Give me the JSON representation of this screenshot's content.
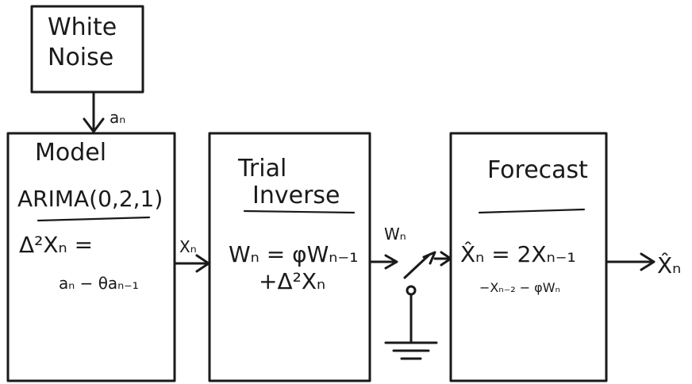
{
  "diagram": {
    "ink_color": "#1a1a1a",
    "background": "#ffffff",
    "white_noise": {
      "line1": "White",
      "line2": "Noise"
    },
    "signal_a": "aₙ",
    "model": {
      "title": "Model",
      "name": "ARIMA(0,2,1)",
      "eq_lhs": "Δ²Xₙ =",
      "eq_rhs": "aₙ − θaₙ₋₁"
    },
    "signal_x": "Xₙ",
    "inverse": {
      "line1": "Trial",
      "line2": "Inverse",
      "eq_line1": "Wₙ = φWₙ₋₁",
      "eq_line2": "+Δ²Xₙ"
    },
    "signal_w": "Wₙ",
    "forecast": {
      "title": "Forecast",
      "eq_line1": "X̂ₙ = 2Xₙ₋₁",
      "eq_line2": "−Xₙ₋₂ − φWₙ"
    },
    "output": "X̂ₙ"
  }
}
